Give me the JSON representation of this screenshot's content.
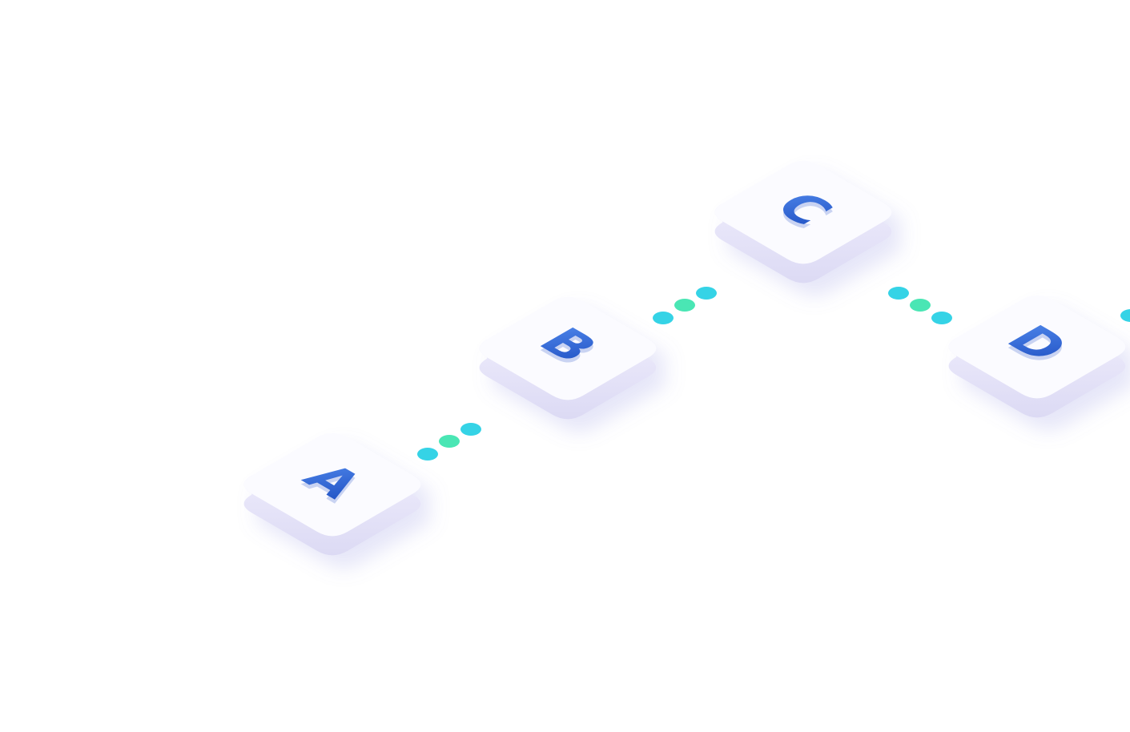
{
  "steps": [
    {
      "label": "A"
    },
    {
      "label": "B"
    },
    {
      "label": "C"
    },
    {
      "label": "D"
    }
  ],
  "colors": {
    "background": "#ffffff",
    "tile_top": "#fbfbff",
    "tile_side": "#e4e3f8",
    "tile_side_dark": "#d8d6f3",
    "letter_light": "#4f86ea",
    "letter_dark": "#1e4fc2",
    "letter_extrude": "#c9d3f2",
    "dot_cyan": "#35d3e6",
    "dot_green": "#4ae6b4"
  },
  "connector": {
    "dot_pattern": [
      "cyan",
      "green",
      "cyan"
    ]
  }
}
